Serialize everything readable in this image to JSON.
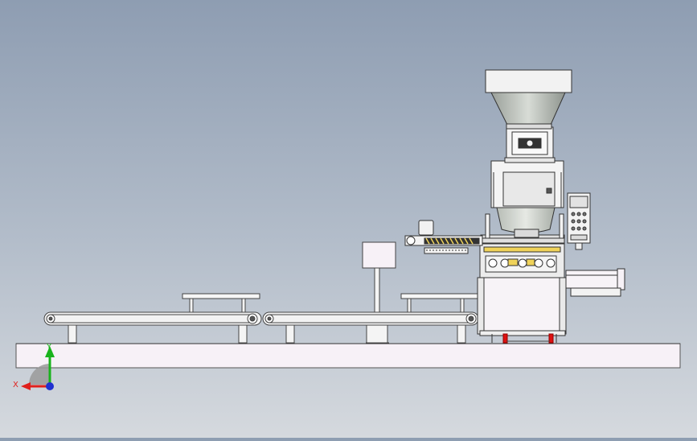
{
  "window": {
    "background_top": "#8e9db2",
    "background_bottom": "#d5d9de"
  },
  "triad": {
    "x_label": "X",
    "y_label": "Y",
    "x_color": "#e0201c",
    "y_color": "#19b31c",
    "z_color": "#2030d0"
  },
  "model": {
    "parts": [
      "base-platform",
      "left-conveyor",
      "middle-conveyor",
      "weighing-scale",
      "filling-machine",
      "hopper",
      "control-panel",
      "discharge-chute"
    ]
  }
}
